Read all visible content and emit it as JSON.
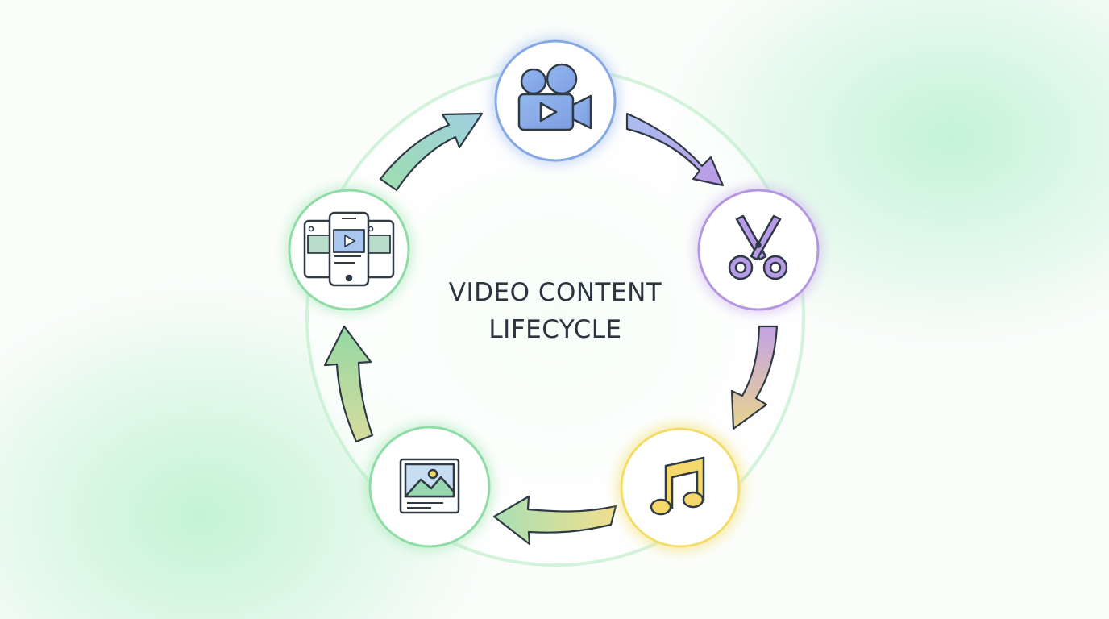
{
  "diagram": {
    "title_line_1": "VIDEO CONTENT",
    "title_line_2": "LIFECYCLE"
  },
  "nodes": [
    {
      "id": "record",
      "icon": "video-camera-icon",
      "ring_color": "#86a9e6",
      "icon_fill": "#8fb0ec"
    },
    {
      "id": "edit",
      "icon": "scissors-icon",
      "ring_color": "#b597e0",
      "icon_fill": "#b79be6"
    },
    {
      "id": "audio",
      "icon": "music-note-icon",
      "ring_color": "#f2dc6a",
      "icon_fill": "#f4d86a"
    },
    {
      "id": "thumbnail",
      "icon": "image-icon",
      "ring_color": "#8fdca6",
      "icon_fill": "#9fd3b8"
    },
    {
      "id": "publish",
      "icon": "mobile-devices-icon",
      "ring_color": "#8fdca6",
      "icon_fill": "#a9c7ee"
    }
  ],
  "colors": {
    "outline": "#2f3a45",
    "arrow_blue": "#9fb4ec",
    "arrow_purple": "#b99be6",
    "arrow_yellow": "#eedb8a",
    "arrow_green": "#9fdcae",
    "arrow_teal": "#9fdcd0"
  }
}
